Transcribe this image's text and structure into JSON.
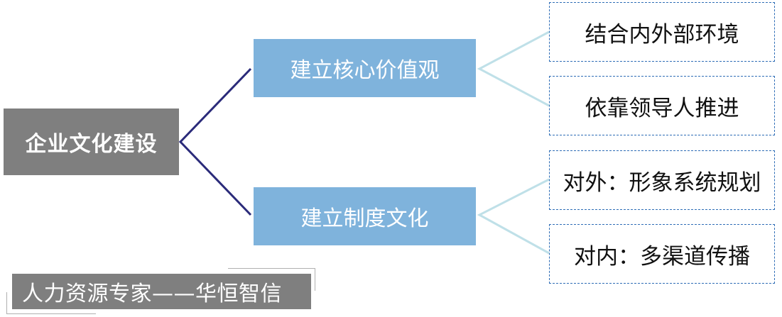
{
  "root": {
    "label": "企业文化建设"
  },
  "branches": [
    {
      "label": "建立核心价值观",
      "leaves": [
        {
          "label": "结合内外部环境"
        },
        {
          "label": "依靠领导人推进"
        }
      ]
    },
    {
      "label": "建立制度文化",
      "leaves": [
        {
          "label": "对外：形象系统规划"
        },
        {
          "label": "对内：多渠道传播"
        }
      ]
    }
  ],
  "brand": {
    "label": "人力资源专家——华恒智信"
  },
  "colors": {
    "root_fill": "#7f7f7f",
    "branch_fill": "#7fb3dc",
    "root_connector": "#2b2b7a",
    "leaf_connector": "#bfe0e8",
    "leaf_border": "#2e6db6",
    "brand_fill": "#7f7f7f"
  }
}
